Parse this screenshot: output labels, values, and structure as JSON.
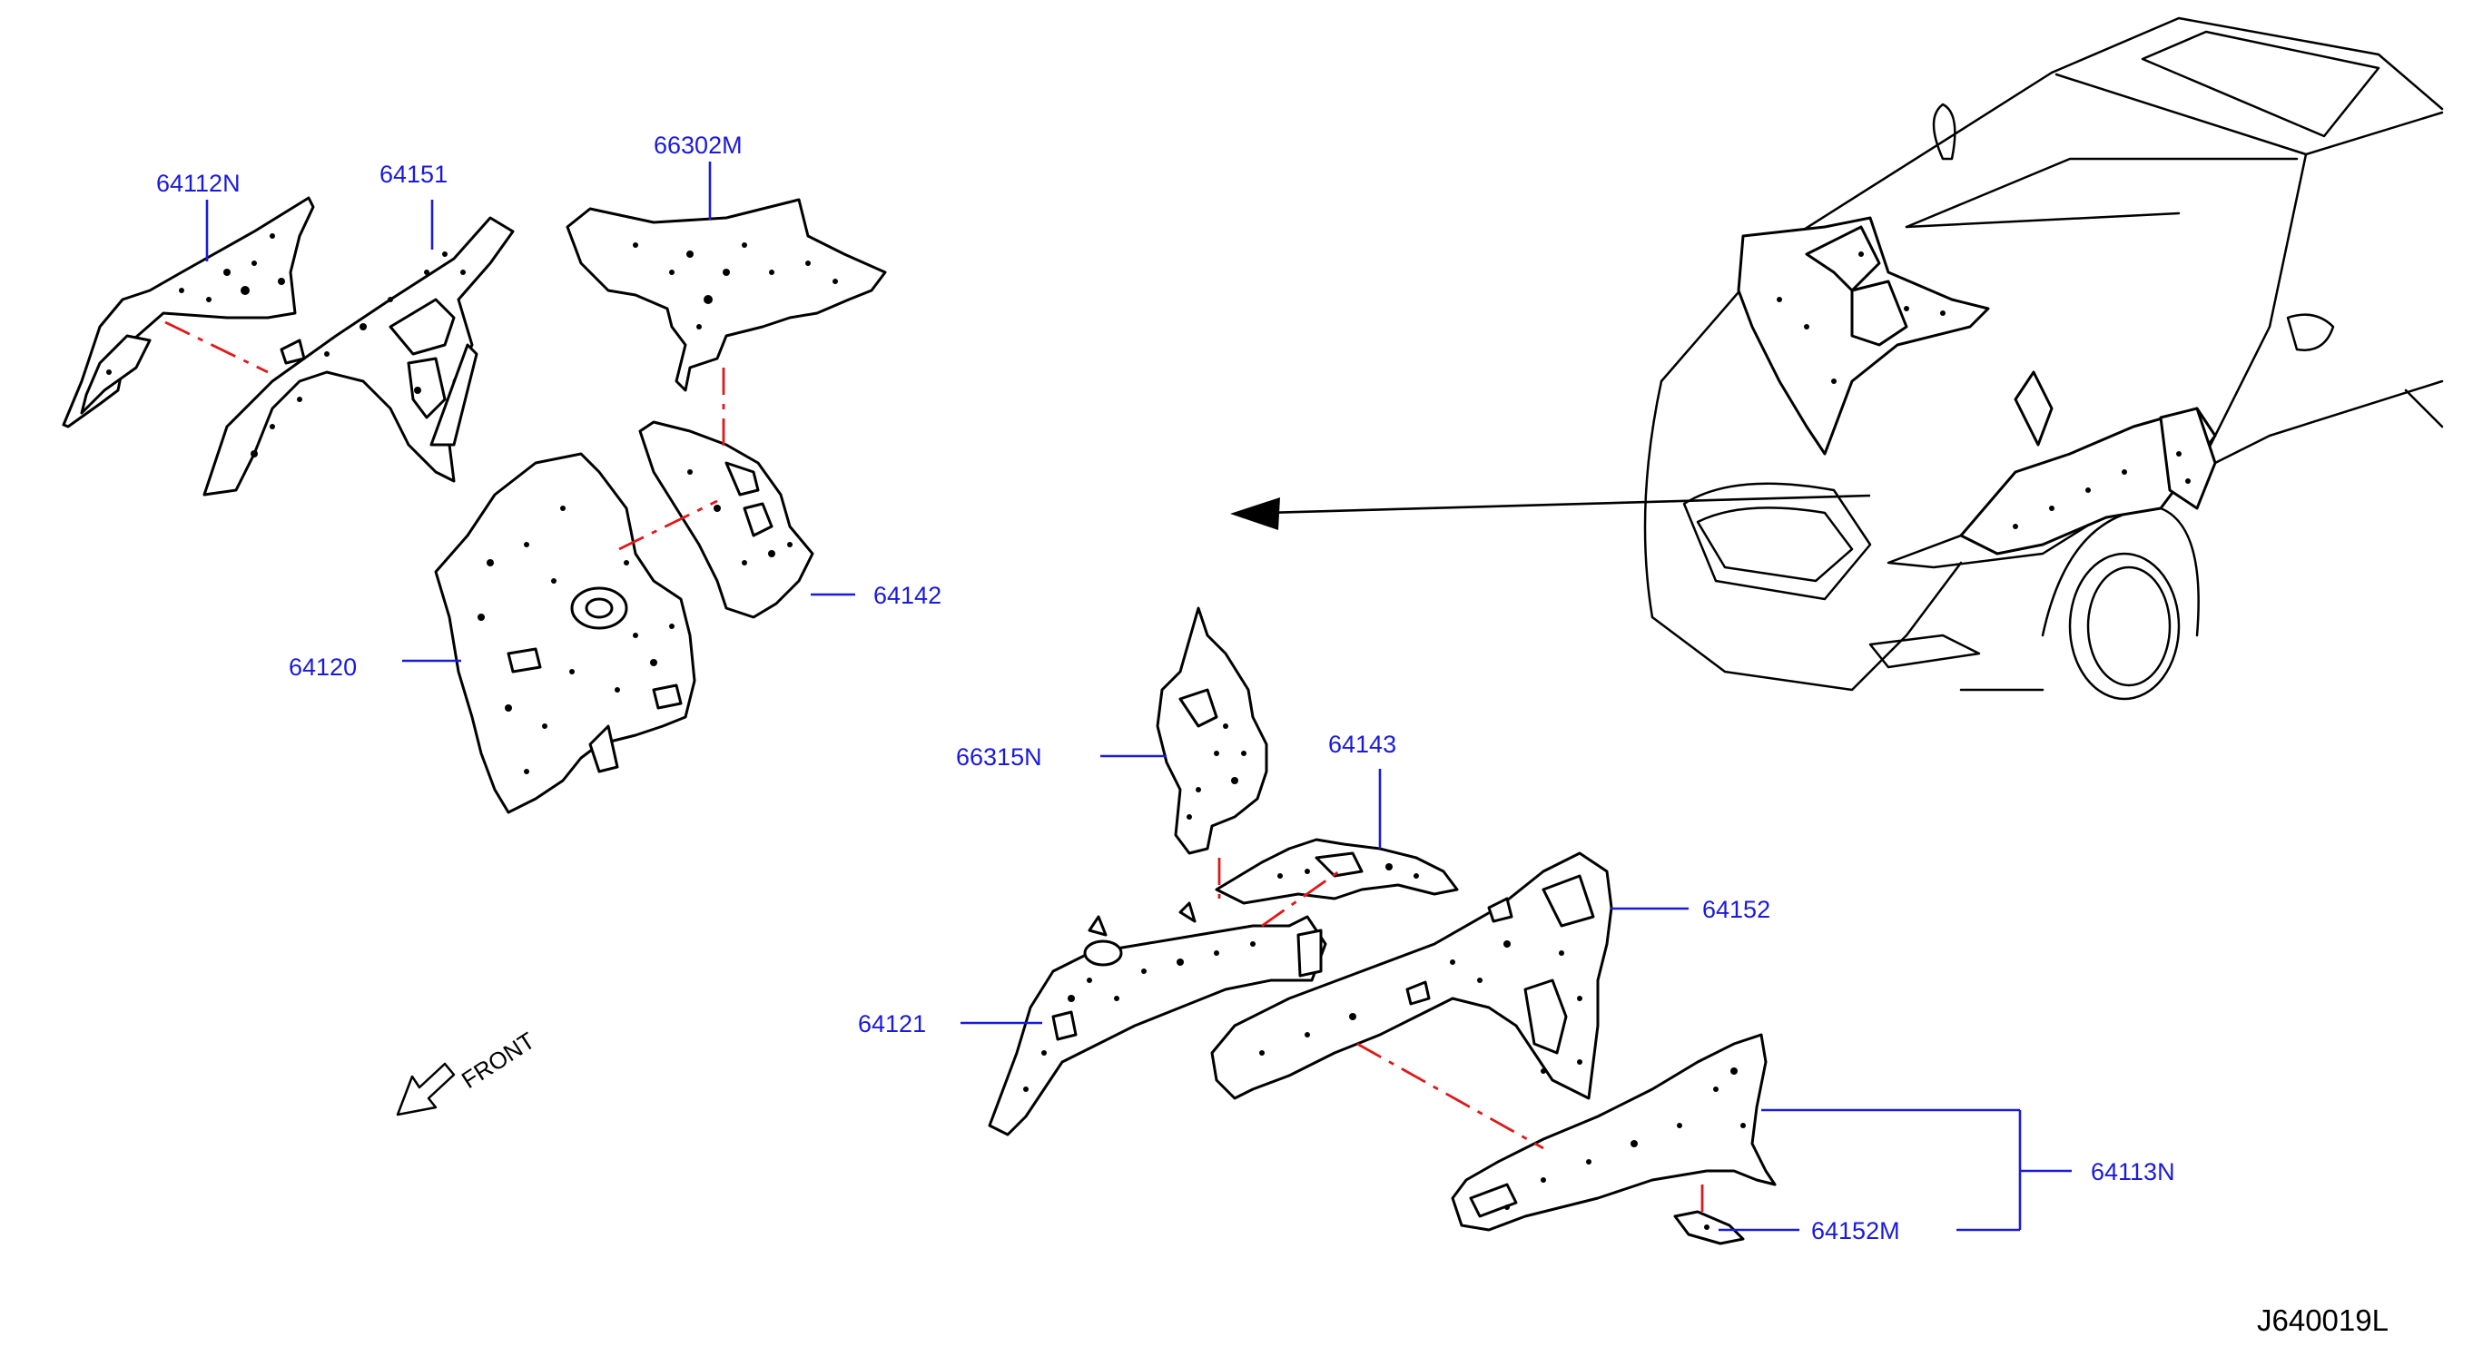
{
  "diagram": {
    "drawing_code": "J640019L",
    "front_label": "FRONT",
    "parts": [
      {
        "id": "64112N",
        "label": "64112N"
      },
      {
        "id": "64151",
        "label": "64151"
      },
      {
        "id": "66302M",
        "label": "66302M"
      },
      {
        "id": "64142",
        "label": "64142"
      },
      {
        "id": "64120",
        "label": "64120"
      },
      {
        "id": "66315N",
        "label": "66315N"
      },
      {
        "id": "64143",
        "label": "64143"
      },
      {
        "id": "64152",
        "label": "64152"
      },
      {
        "id": "64121",
        "label": "64121"
      },
      {
        "id": "64113N",
        "label": "64113N"
      },
      {
        "id": "64152M",
        "label": "64152M"
      }
    ],
    "colors": {
      "label_text": "#1a1adc",
      "leader_line": "#1a1adc",
      "assembly_dash": "#e01818",
      "outline": "#000000"
    },
    "icons": [
      "front-direction-arrow-icon",
      "location-arrow-icon"
    ]
  }
}
